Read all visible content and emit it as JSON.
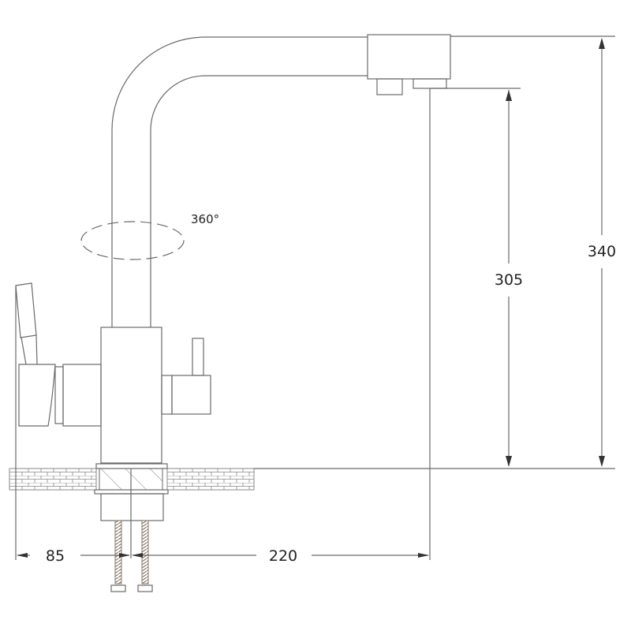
{
  "title": "Faucet dimension drawing",
  "rotation_label": "360°",
  "dimensions": {
    "total_height": "340",
    "spout_height": "305",
    "spout_reach": "220",
    "handle_offset": "85"
  },
  "colors": {
    "line": "#6a6a6a",
    "text": "#222222",
    "hose": "#8a7a6a"
  }
}
